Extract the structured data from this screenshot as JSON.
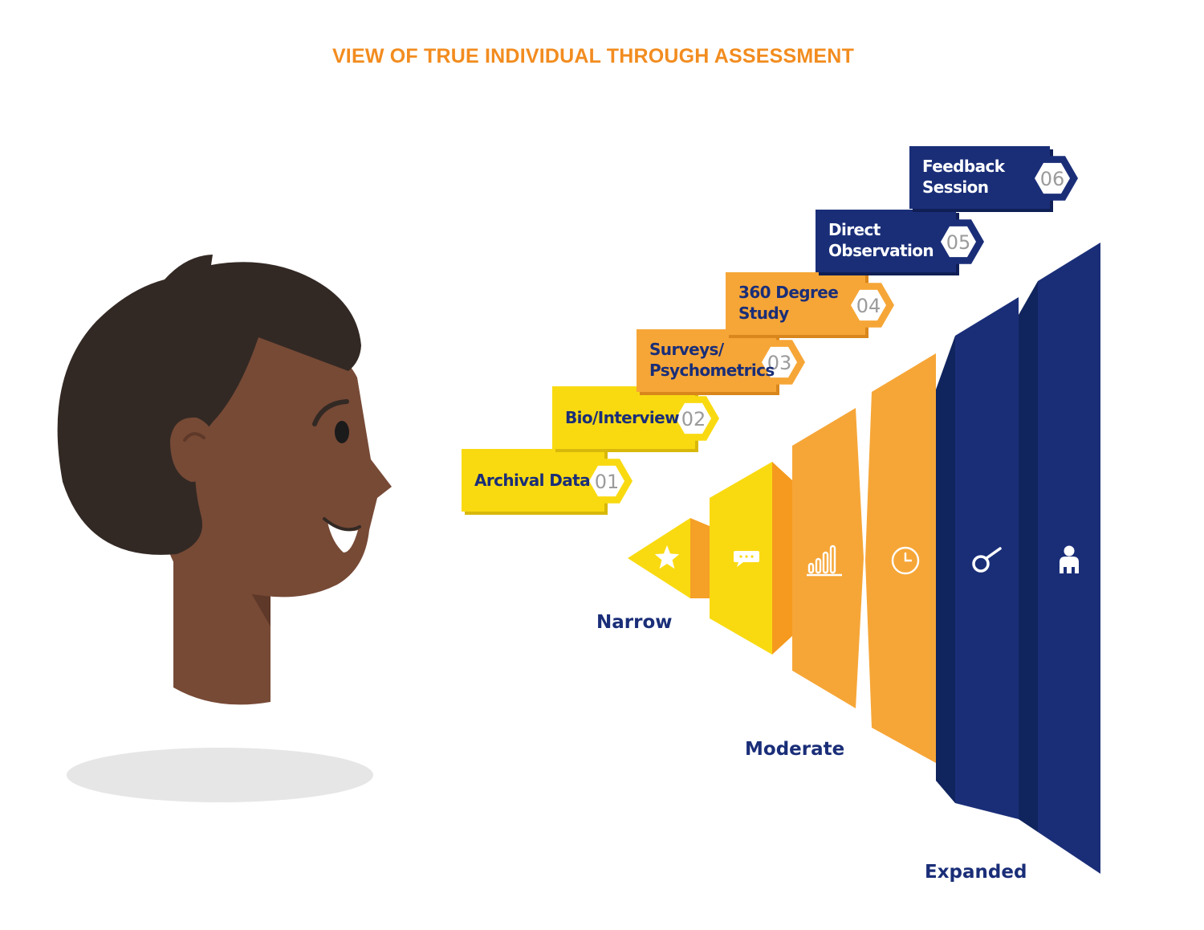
{
  "title": "VIEW OF TRUE INDIVIDUAL THROUGH ASSESSMENT",
  "colors": {
    "title": "#F28C1F",
    "navy": "#1A2E78",
    "dark_navy": "#10245E",
    "yellow": "#F9DA11",
    "orange": "#F6A637",
    "skin": "#774A36",
    "hair": "#332924"
  },
  "steps": [
    {
      "number": "01",
      "lines": [
        "Archival Data"
      ],
      "color": "#F9DA11",
      "text_color": "#1A2E78"
    },
    {
      "number": "02",
      "lines": [
        "Bio/Interview"
      ],
      "color": "#F9DA11",
      "text_color": "#1A2E78"
    },
    {
      "number": "03",
      "lines": [
        "Surveys/",
        "Psychometrics"
      ],
      "color": "#F6A637",
      "text_color": "#1A2E78"
    },
    {
      "number": "04",
      "lines": [
        "360 Degree",
        "Study"
      ],
      "color": "#F6A637",
      "text_color": "#1A2E78"
    },
    {
      "number": "05",
      "lines": [
        "Direct",
        "Observation"
      ],
      "color": "#1A2E78",
      "text_color": "#ffffff"
    },
    {
      "number": "06",
      "lines": [
        "Feedback",
        "Session"
      ],
      "color": "#1A2E78",
      "text_color": "#ffffff"
    }
  ],
  "scale_labels": {
    "narrow": "Narrow",
    "moderate": "Moderate",
    "expanded": "Expanded"
  },
  "panel_icons": [
    "star-icon",
    "chat-icon",
    "bar-chart-icon",
    "clock-icon",
    "magnifier-icon",
    "person-icon"
  ]
}
